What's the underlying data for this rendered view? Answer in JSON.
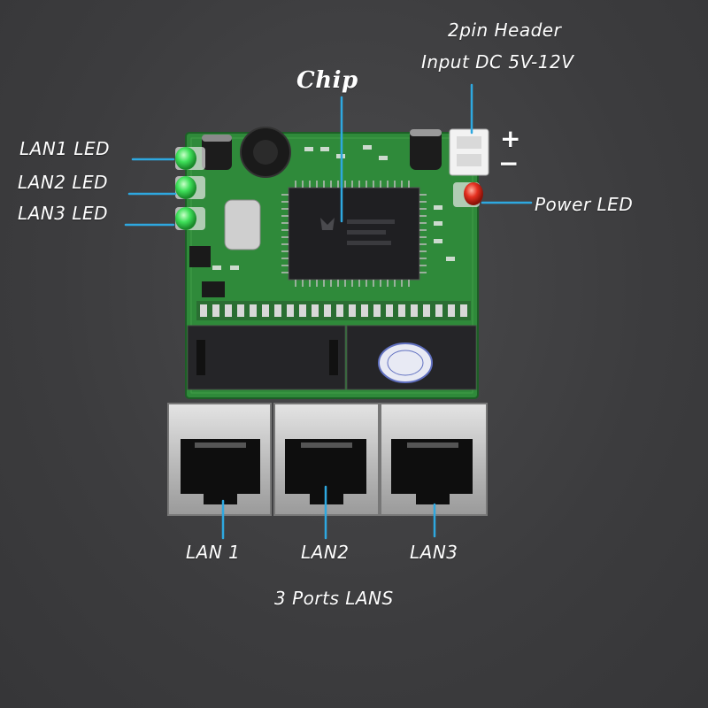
{
  "labels": {
    "header_line1": "2pin Header",
    "header_line2": "Input DC 5V-12V",
    "chip": "Chip",
    "lan1_led": "LAN1 LED",
    "lan2_led": "LAN2 LED",
    "lan3_led": "LAN3 LED",
    "power_led": "Power LED",
    "plus": "+",
    "minus": "−",
    "lan1": "LAN 1",
    "lan2": "LAN2",
    "lan3": "LAN3",
    "caption": "3 Ports LANS"
  },
  "colors": {
    "background": "#3c3c3e",
    "pcb": "#2f8a3a",
    "pointer": "#2ea8e0",
    "led_green": "#3fe05a",
    "led_red": "#e53020",
    "metal": "#c9c9c9"
  }
}
